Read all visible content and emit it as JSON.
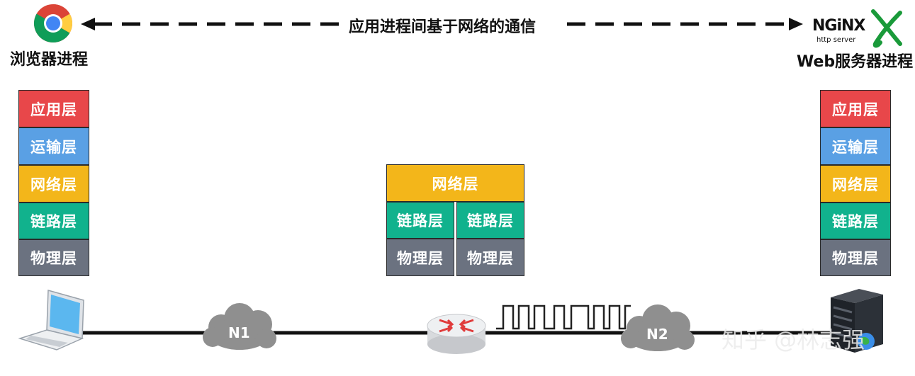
{
  "top": {
    "arrow_label": "应用进程间基于网络的通信",
    "browser_label": "浏览器进程",
    "server_label": "Web服务器进程",
    "nginx_logo_text": "NGiNX",
    "nginx_sub_text": "http server"
  },
  "stacks": {
    "left": [
      "应用层",
      "运输层",
      "网络层",
      "链路层",
      "物理层"
    ],
    "right": [
      "应用层",
      "运输层",
      "网络层",
      "链路层",
      "物理层"
    ],
    "router": {
      "network": "网络层",
      "link_left": "链路层",
      "link_right": "链路层",
      "phys_left": "物理层",
      "phys_right": "物理层"
    }
  },
  "network": {
    "cloud1": "N1",
    "cloud2": "N2"
  },
  "watermark": "知乎 @林志强",
  "colors": {
    "app": "#e8474a",
    "transport": "#5aa0e4",
    "network": "#f3b61a",
    "link": "#11b28d",
    "physical": "#6b7280"
  }
}
